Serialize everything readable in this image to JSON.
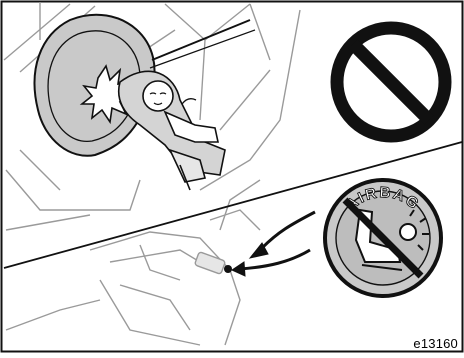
{
  "figure": {
    "code": "e13160",
    "badge_text": "AIRBAG",
    "colors": {
      "ink": "#111111",
      "sketch": "#9a9a9a",
      "shade": "#c9c9c9",
      "paper": "#ffffff"
    },
    "icons": [
      "airbag-deployment",
      "no-entry-sign",
      "airbag-warning-label",
      "child-seat"
    ]
  }
}
